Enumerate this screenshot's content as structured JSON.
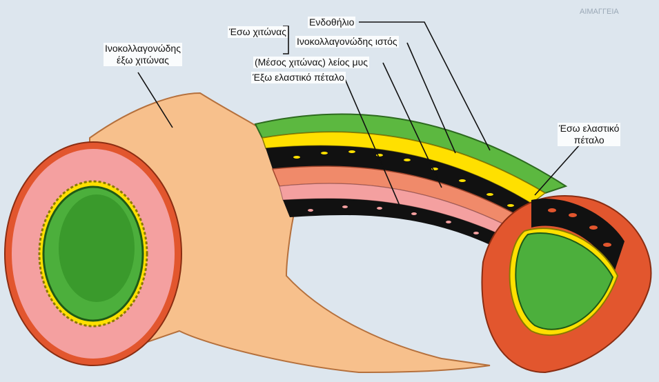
{
  "labels": {
    "outer_tunic_group": "Έσω χιτώνας",
    "endothelium": "Ενδοθήλιο",
    "inner_connective": "Ινοκολλαγονώδης ιστός",
    "middle_muscle": "(Μέσος χιτώνας) λείος μυς",
    "external_elastic": "Έξω ελαστικό πέταλο",
    "adventitia_line1": "Ινοκολλαγονώδης",
    "adventitia_line2": "έξω χιτώνας",
    "internal_elastic_line1": "Έσω ελαστικό",
    "internal_elastic_line2": "πέταλο"
  },
  "colors": {
    "adventitia": "#f7c08c",
    "media_red": "#f08a6a",
    "media_pink": "#f4a0a0",
    "intima_yellow": "#ffe000",
    "endothelium_green": "#3a9a2c",
    "lumen_green": "#4caf3c",
    "outer_rim": "#e2562e",
    "black_layer": "#111111"
  }
}
